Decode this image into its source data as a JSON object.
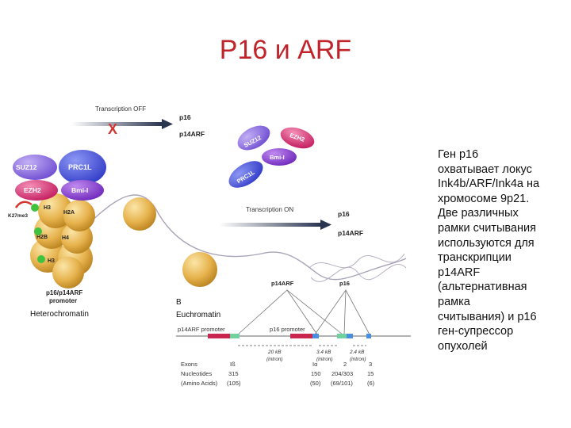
{
  "slide": {
    "title": "P16 и ARF",
    "description": "Ген p16\nохватывает локус\nInk4b/ARF/Ink4a на\nхромосоме 9p21.\nДве различных\nрамки считывания\nиспользуются для\nтранскрипции\np14ARF\n(альтернативная\nрамка\nсчитывания) и p16\nген-супрессор\nопухолей"
  },
  "figure": {
    "transcription_off": "Transcription OFF",
    "transcription_on": "Transcription ON",
    "off_x_mark": "X",
    "off_targets": [
      "p16",
      "p14ARF"
    ],
    "on_targets": [
      "p16",
      "p14ARF"
    ],
    "proteins": {
      "suz12": "SUZ12",
      "prc1l": "PRC1L",
      "ezh2": "EZH2",
      "bmi1": "Bmi-I",
      "h3": "H3",
      "h2a": "H2A",
      "h2b": "H2B",
      "h4": "H4",
      "h3b": "H3"
    },
    "free_proteins": {
      "suz12": "SUZ12",
      "ezh2": "EZH2",
      "bmi1": "Bmi-I",
      "prc1l": "PRC1L"
    },
    "methyl_label": "K27me3",
    "promoter_label_1": "p16/p14ARF",
    "promoter_label_2": "promoter",
    "heterochromatin": "Heterochromatin",
    "panel_b": "B",
    "euchromatin": "Euchromatin",
    "locus_top": [
      "p14ARF",
      "p16"
    ],
    "promoter_bar": [
      "p14ARF promoter",
      "p16 promoter"
    ],
    "distances": [
      {
        "kb": "20 kB",
        "note": "(intron)"
      },
      {
        "kb": "3.4 kB",
        "note": "(intron)"
      },
      {
        "kb": "2.4 kB",
        "note": "(intron)"
      }
    ],
    "row_labels": [
      "Exons",
      "Nucleotides",
      "(Amino Acids)"
    ],
    "exon_numbers": [
      "Iß",
      "Iα",
      "2",
      "3"
    ],
    "nucleotides": [
      "315",
      "150",
      "204/303",
      "15"
    ],
    "amino_acids": [
      "(105)",
      "(50)",
      "(69/101)",
      "(6)"
    ],
    "colors": {
      "title": "#c0242b",
      "suz12": "#7d5ed8",
      "prc1l": "#3a46d4",
      "ezh2": "#d6226a",
      "bmi1": "#7b2fc4",
      "histone": "#e2ae46",
      "off_x": "#d2362f",
      "green_mark": "#3fc23f"
    }
  }
}
